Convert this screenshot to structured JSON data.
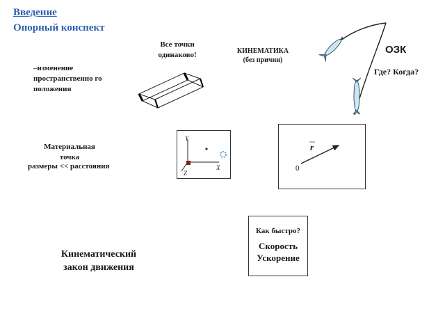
{
  "header": {
    "link_intro": "Введение",
    "subtitle": "Опорный конспект"
  },
  "left": {
    "change_text": "–изменение пространственно го положения",
    "material_point": "Материальная точка",
    "sizes": "размеры << расстояния",
    "kin_law_1": "Кинематический",
    "kin_law_2": "закон движения"
  },
  "center": {
    "all_points_1": "Все точки",
    "all_points_2": "одинаково!",
    "kinematics": "КИНЕМАТИКА",
    "no_cause": "(без причин)"
  },
  "right": {
    "ozk": "ОЗК",
    "where_when": "Где? Когда?"
  },
  "coord_box": {
    "y": "Y",
    "x": "X",
    "z": "Z"
  },
  "vector_box": {
    "r": "r",
    "zero": "0"
  },
  "speed_box": {
    "question": "Как быстро?",
    "speed": "Скорость",
    "accel": "Ускорение"
  }
}
